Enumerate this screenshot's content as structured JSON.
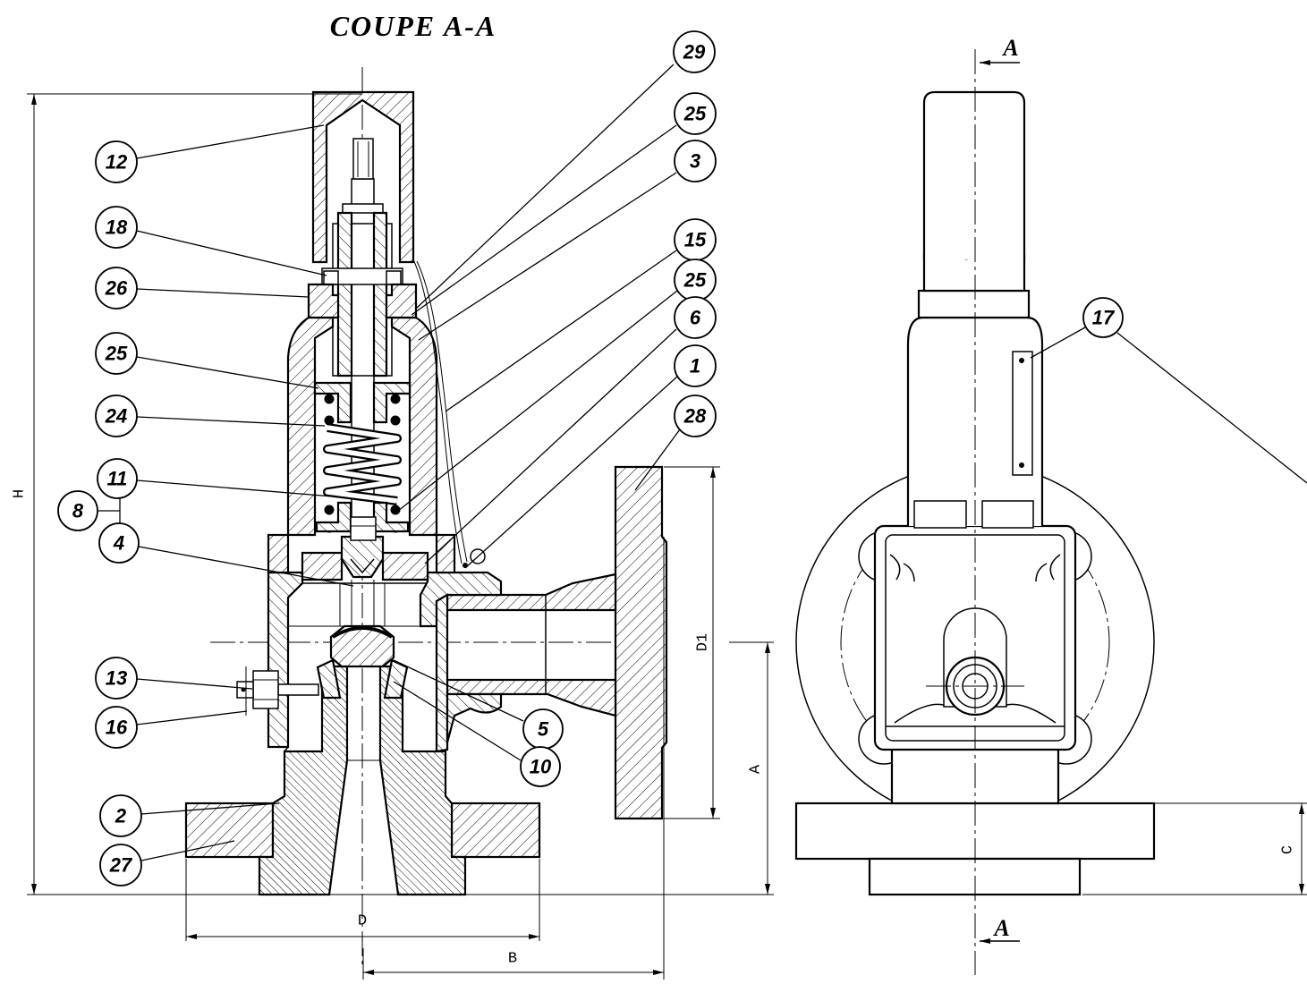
{
  "title": "COUPE A-A",
  "balloons": [
    "29",
    "25",
    "3",
    "15",
    "25",
    "6",
    "1",
    "28",
    "12",
    "18",
    "26",
    "25",
    "24",
    "11",
    "8",
    "4",
    "13",
    "16",
    "5",
    "10",
    "2",
    "27",
    "17"
  ],
  "dimensions": {
    "H": "H",
    "D1": "D1",
    "A": "A",
    "D": "D",
    "B": "B",
    "C": "C"
  },
  "section_markers": {
    "top": "A",
    "bottom": "A"
  }
}
